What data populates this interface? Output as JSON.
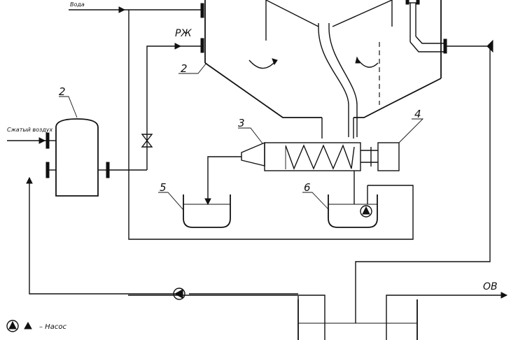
{
  "labels": {
    "water_inlet": "Вода",
    "compressed_air": "Сжатый воздух",
    "working_fluid": "РЖ",
    "waste_water": "ОВ",
    "legend_pump": "– Насос",
    "item_2_tank": "2",
    "item_2_receiver": "2",
    "item_3": "3",
    "item_4": "4",
    "item_5": "5",
    "item_6": "6"
  },
  "colors": {
    "line": "#111111",
    "background": "#ffffff"
  },
  "icons": {
    "pump": "pump-icon",
    "valve": "valve-icon",
    "mixer": "agitator-icon"
  }
}
